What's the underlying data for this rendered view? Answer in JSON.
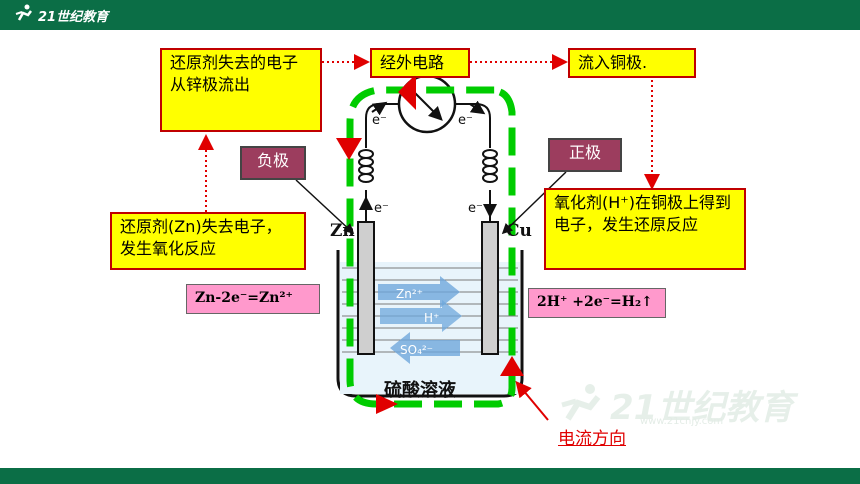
{
  "header": {
    "logo_text": "21世纪教育"
  },
  "watermark": {
    "text": "21世纪教育",
    "url": "www.21cnjy.com"
  },
  "boxes": {
    "reducer_lose": "还原剂失去的电子从锌极流出",
    "external_circuit": "经外电路",
    "flow_copper": "流入铜极.",
    "negative": "负极",
    "positive": "正极",
    "zn_oxidation": "还原剂(Zn)失去电子，发生氧化反应",
    "oxidizer": "氧化剂(H⁺)在铜极上得到电子，发生还原反应",
    "zn_eq": "Zn-2e⁻=Zn²⁺",
    "h_eq": "2H⁺ +2e⁻=H₂↑"
  },
  "diagram": {
    "zn_label": "Zn",
    "cu_label": "Cu",
    "electron": "e⁻",
    "ion_zn": "Zn²⁺",
    "ion_h": "H⁺",
    "ion_so4": "SO₄²⁻",
    "solution": "硫酸溶液"
  },
  "current_direction": "电流方向",
  "colors": {
    "bar": "#0b6e46",
    "box_fill": "#ffff00",
    "box_border": "#c00000",
    "eq_fill": "#ff99cc",
    "electrode_label_fill": "#9c3d5e",
    "current_path": "#00cc00",
    "arrow_red": "#e00000"
  }
}
